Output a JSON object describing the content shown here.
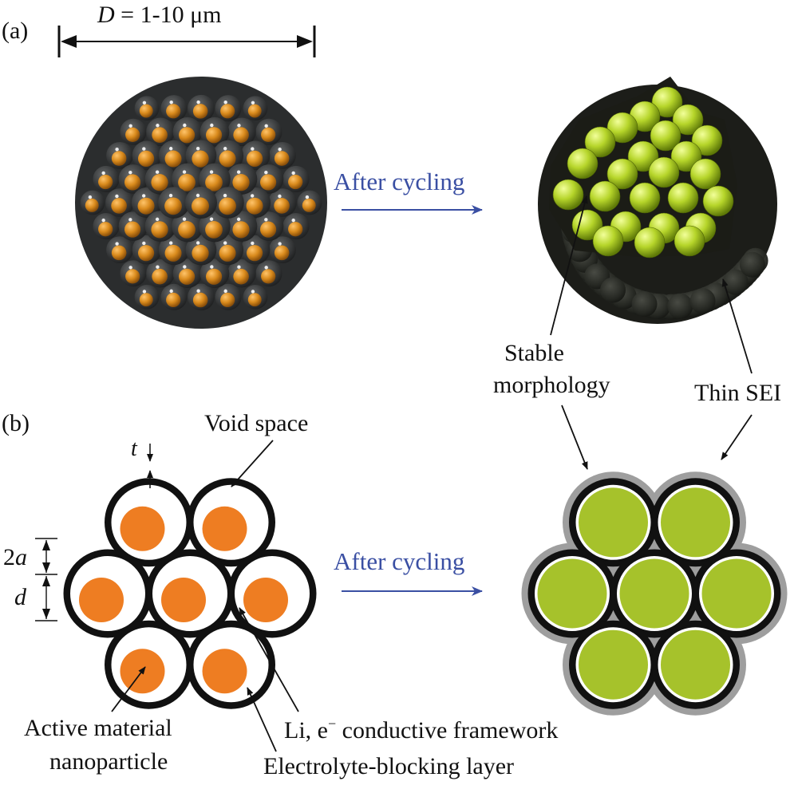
{
  "panel_a": {
    "label": "(a)",
    "dimension": {
      "var": "D",
      "eq": " = 1-10 μm"
    },
    "arrow_text": "After cycling",
    "callouts": {
      "stable_1": "Stable",
      "stable_2": "morphology",
      "thin_sei": "Thin SEI"
    }
  },
  "panel_b": {
    "label": "(b)",
    "arrow_text": "After cycling",
    "void_space": "Void space",
    "t": "t",
    "two_a": "2",
    "a": "a",
    "d": "d",
    "active_1": "Active material",
    "active_2": "nanoparticle",
    "framework_li": "Li, e",
    "framework_sup": "−",
    "framework_rest": " conductive framework",
    "blocking": "Electrolyte-blocking layer"
  },
  "colors": {
    "orange": "#ee7d22",
    "green": "#a6c22b",
    "shell": "#111111",
    "sei": "#9e9e9e",
    "arrow_blue": "#3a4fa3"
  }
}
